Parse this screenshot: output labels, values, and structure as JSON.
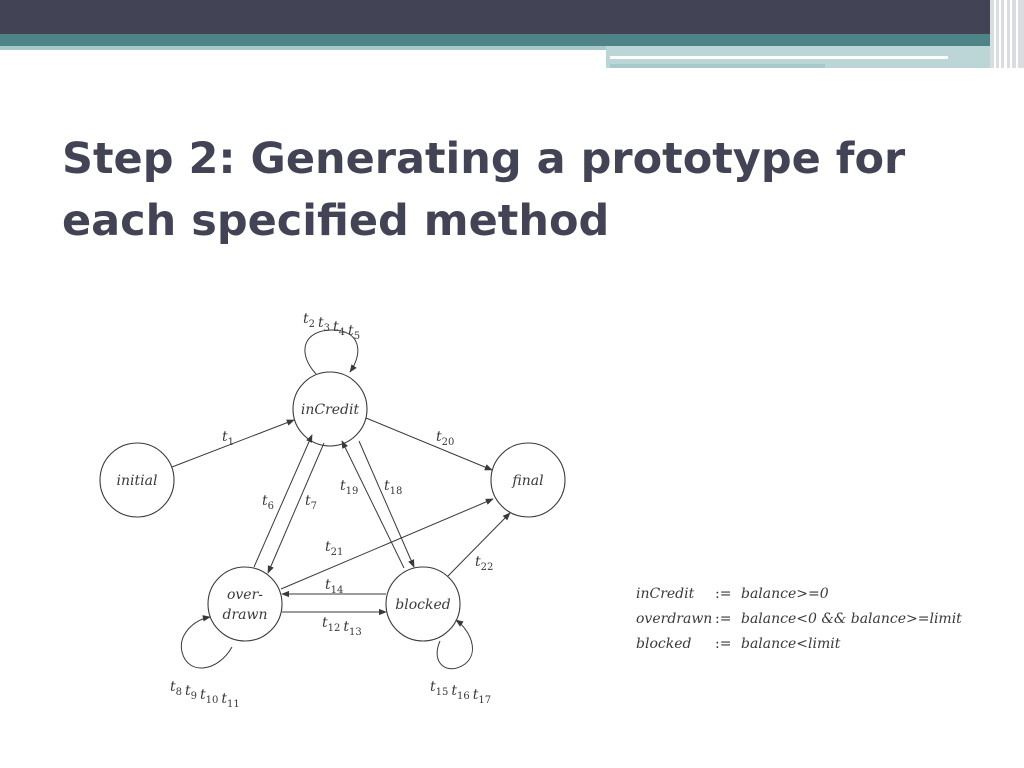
{
  "slide": {
    "title": "Step 2: Generating a prototype for each specified method"
  },
  "diagram": {
    "states": [
      {
        "id": "initial",
        "label": "initial"
      },
      {
        "id": "incredit",
        "label": "inCredit"
      },
      {
        "id": "final",
        "label": "final"
      },
      {
        "id": "overdrawn",
        "label_lines": [
          "over-",
          "drawn"
        ]
      },
      {
        "id": "blocked",
        "label": "blocked"
      }
    ],
    "transitions": [
      {
        "id": "t1",
        "subs": [
          "1"
        ],
        "from": "initial",
        "to": "inCredit"
      },
      {
        "id": "t2-t5",
        "subs": [
          "2",
          "3",
          "4",
          "5"
        ],
        "from": "inCredit",
        "to": "inCredit"
      },
      {
        "id": "t20",
        "subs": [
          "20"
        ],
        "from": "inCredit",
        "to": "final"
      },
      {
        "id": "t6",
        "subs": [
          "6"
        ],
        "from": "over-drawn",
        "to": "inCredit"
      },
      {
        "id": "t7",
        "subs": [
          "7"
        ],
        "from": "inCredit",
        "to": "over-drawn"
      },
      {
        "id": "t19",
        "subs": [
          "19"
        ],
        "from": "blocked",
        "to": "inCredit"
      },
      {
        "id": "t18",
        "subs": [
          "18"
        ],
        "from": "inCredit",
        "to": "blocked"
      },
      {
        "id": "t21",
        "subs": [
          "21"
        ],
        "from": "over-drawn",
        "to": "final"
      },
      {
        "id": "t22",
        "subs": [
          "22"
        ],
        "from": "blocked",
        "to": "final"
      },
      {
        "id": "t14",
        "subs": [
          "14"
        ],
        "from": "blocked",
        "to": "over-drawn"
      },
      {
        "id": "t12-t13",
        "subs": [
          "12",
          "13"
        ],
        "from": "over-drawn",
        "to": "blocked"
      },
      {
        "id": "t8-t11",
        "subs": [
          "8",
          "9",
          "10",
          "11"
        ],
        "from": "over-drawn",
        "to": "over-drawn"
      },
      {
        "id": "t15-t17",
        "subs": [
          "15",
          "16",
          "17"
        ],
        "from": "blocked",
        "to": "blocked"
      }
    ]
  },
  "definitions": [
    {
      "term": "inCredit",
      "op": ":=",
      "expr": "balance>=0"
    },
    {
      "term": "overdrawn",
      "op": ":=",
      "expr": "balance<0 && balance>=limit"
    },
    {
      "term": "blocked",
      "op": ":=",
      "expr": "balance<limit"
    }
  ],
  "colors": {
    "title": "#424456",
    "top_band": "#424456",
    "accent_band": "#4e8387",
    "diagram_ink": "#3a3a3a"
  }
}
